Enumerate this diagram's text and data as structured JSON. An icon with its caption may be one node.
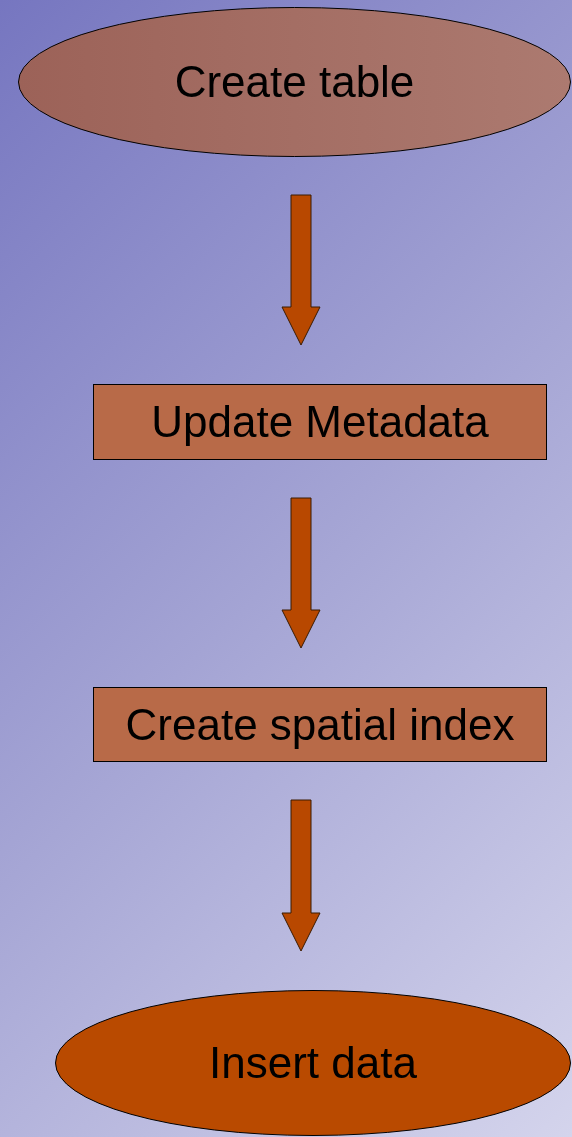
{
  "diagram": {
    "nodes": [
      {
        "text": [
          "Create table"
        ]
      },
      {
        "text": [
          "Update Metadata"
        ]
      },
      {
        "text": [
          "Create spatial index"
        ]
      },
      {
        "text": [
          "Insert data"
        ]
      }
    ],
    "edges": [
      {
        "from": 0,
        "to": 1,
        "arrow": "to"
      },
      {
        "from": 1,
        "to": 2,
        "arrow": "to"
      },
      {
        "from": 2,
        "to": 3,
        "arrow": "to"
      }
    ]
  }
}
